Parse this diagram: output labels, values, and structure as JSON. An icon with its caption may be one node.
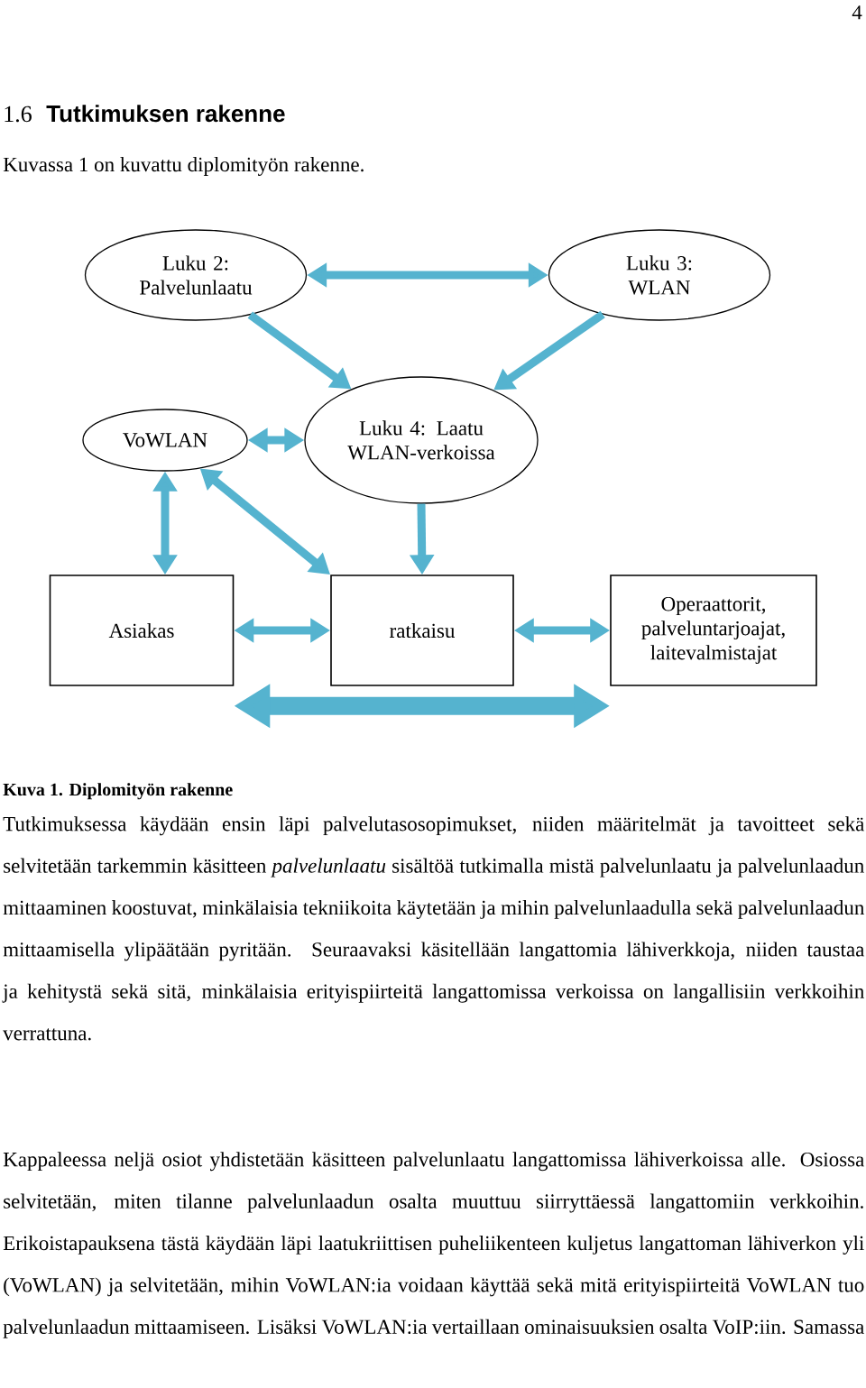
{
  "diagram": {
    "title": "Tutkimuksen rakenne",
    "caption": "Kuva 1. Diplomityön rakenne",
    "nodes": [
      {
        "text": [
          "Luku 2: Palvelunlaatu"
        ]
      },
      {
        "text": [
          "Luku 3: WLAN"
        ]
      },
      {
        "text": [
          "VoWLAN"
        ]
      },
      {
        "text": [
          "Luku 4: Laatu WLAN-verkoissa"
        ]
      },
      {
        "text": [
          "Asiakas"
        ]
      },
      {
        "text": [
          "ratkaisu"
        ]
      },
      {
        "text": [
          "Operaattorit, palveluntarjoajat, laitevalmistajat"
        ]
      }
    ],
    "edges": [
      {
        "from": 0,
        "to": 1,
        "arrow": "both"
      },
      {
        "from": 0,
        "to": 3,
        "arrow": "to"
      },
      {
        "from": 1,
        "to": 3,
        "arrow": "to"
      },
      {
        "from": 2,
        "to": 3,
        "arrow": "both"
      },
      {
        "from": 2,
        "to": 4,
        "arrow": "both"
      },
      {
        "from": 2,
        "to": 5,
        "arrow": "both"
      },
      {
        "from": 3,
        "to": 5,
        "arrow": "to"
      },
      {
        "from": 4,
        "to": 5,
        "arrow": "both"
      },
      {
        "from": 5,
        "to": 6,
        "arrow": "both"
      },
      {
        "from": 4,
        "to": 6,
        "arrow": "both",
        "style": "thick"
      }
    ],
    "labels": [
      "4",
      "1.6",
      "Kuvassa 1 on kuvattu diplomityön rakenne.",
      "Tutkimuksessa käydään ensin läpi palvelutasosopimukset, niiden määritelmät ja tavoitteet sekä selvitetään tarkemmin käsitteen *palvelunlaatu* sisältöä tutkimalla mistä palvelunlaatu ja palvelunlaadun mittaaminen koostuvat, minkälaisia tekniikoita käytetään ja mihin palvelunlaadulla sekä palvelunlaadun mittaamisella ylipäätään pyritään. Seuraavaksi käsitellään langattomia lähiverkkoja, niiden taustaa ja kehitystä sekä sitä, minkälaisia erityispiirteitä langattomissa verkoissa on langallisiin verkkoihin verrattuna.",
      "Kappaleessa neljä osiot yhdistetään käsitteen palvelunlaatu langattomissa lähiverkoissa alle. Osiossa selvitetään, miten tilanne palvelunlaadun osalta muuttuu siirryttäessä langattomiin verkkoihin. Erikoistapauksena tästä käydään läpi laatukriittisen puheliikenteen kuljetus langattoman lähiverkon yli (VoWLAN) ja selvitetään, mihin VoWLAN:ia voidaan käyttää sekä mitä erityispiirteitä VoWLAN tuo palvelunlaadun mittaamiseen. Lisäksi VoWLAN:ia vertaillaan ominaisuuksien osalta VoIP:iin. Samassa"
    ]
  }
}
